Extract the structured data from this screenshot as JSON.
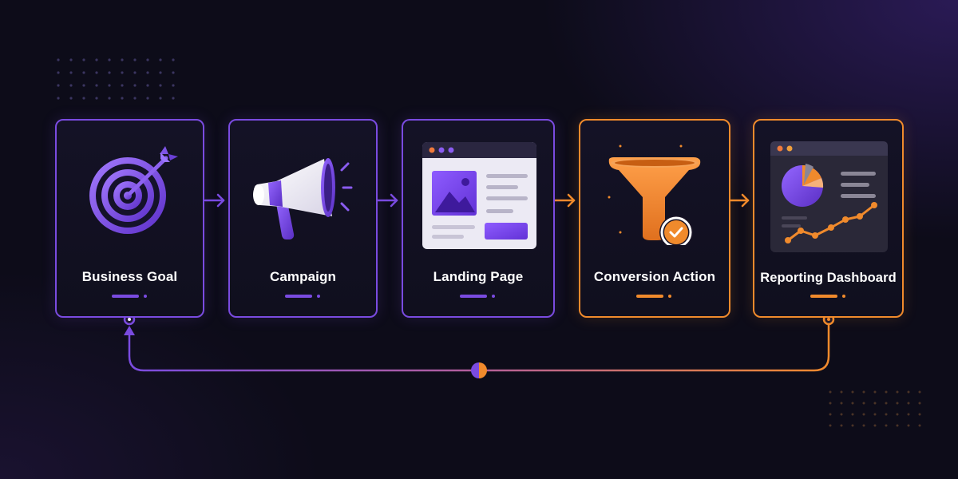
{
  "steps": [
    {
      "label": "Business Goal",
      "icon": "target-icon",
      "accent": "#7a4be0"
    },
    {
      "label": "Campaign",
      "icon": "megaphone-icon",
      "accent": "#7a4be0"
    },
    {
      "label": "Landing Page",
      "icon": "landing-page-icon",
      "accent": "#7a4be0"
    },
    {
      "label": "Conversion Action",
      "icon": "funnel-check-icon",
      "accent": "#f08a2c"
    },
    {
      "label": "Reporting Dashboard",
      "icon": "dashboard-chart-icon",
      "accent": "#f08a2c"
    }
  ],
  "colors": {
    "purple": "#7a4be0",
    "orange": "#f08a2c",
    "background": "#0d0c19"
  }
}
